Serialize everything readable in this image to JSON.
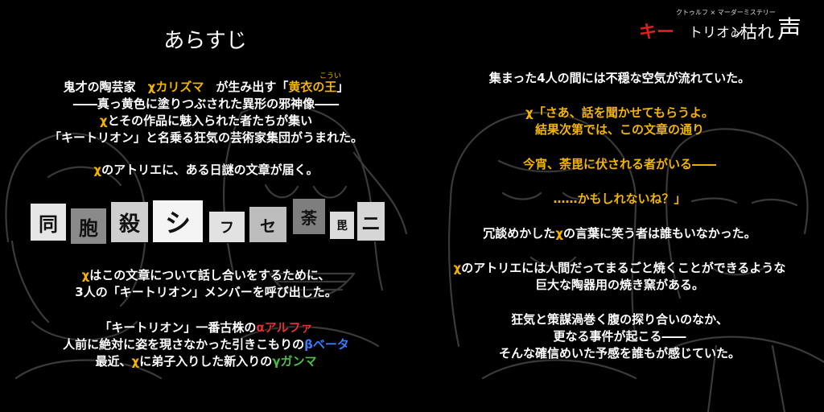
{
  "logo": {
    "small": "クトゥルフ × マーダーミステリー",
    "ki": "キー",
    "torion": "トリオン",
    "no": "の",
    "kare": "枯れ",
    "koe": "声"
  },
  "title": "あらすじ",
  "left": {
    "ruby": "こうい",
    "l1_a": "鬼才の陶芸家　",
    "l1_chi": "χカリズマ",
    "l1_b": "　が生み出す「",
    "l1_king": "黄衣の王",
    "l1_c": "」",
    "l2": "――真っ黄色に塗りつぶされた異形の邪神像――",
    "l3_chi": "χ",
    "l3": "とその作品に魅入られた者たちが集い",
    "l4": "「キートリオン」と名乗る狂気の芸術家集団がうまれた。",
    "l5_chi": "χ",
    "l5": "のアトリエに、ある日謎の文章が届く。",
    "l6_chi": "χ",
    "l6": "はこの文章について話し合いをするために、",
    "l7": "3人の「キートリオン」メンバーを呼び出した。",
    "l8_a": "「キートリオン」一番古株の",
    "l8_alpha": "αアルファ",
    "l9_a": "人前に絶対に姿を現さなかった引きこもりの",
    "l9_beta": "βベータ",
    "l10_a": "最近、",
    "l10_chi": "χ",
    "l10_b": "に弟子入りした新入りの",
    "l10_gamma": "γガンマ"
  },
  "tiles": [
    "同",
    "胞",
    "殺",
    "シ",
    "フ",
    "セ",
    "荼",
    "毘",
    "ニ"
  ],
  "right": {
    "r1": "集まった4人の間には不穏な空気が流れていた。",
    "r2": "χ「さあ、話を聞かせてもらうよ。",
    "r3": "結果次第では、この文章の通り",
    "r4": "今宵、荼毘に伏される者がいる――",
    "r5": "……かもしれないね？」",
    "r6_a": "冗談めかした",
    "r6_chi": "χ",
    "r6_b": "の言葉に笑う者は誰もいなかった。",
    "r7_chi": "χ",
    "r7": "のアトリエには人間だってまるごと焼くことができるような",
    "r8": "巨大な陶器用の焼き窯がある。",
    "r9": "狂気と策謀渦巻く腹の探り合いのなか、",
    "r10": "更なる事件が起こる――",
    "r11": "そんな確信めいた予感を誰もが感じていた。"
  },
  "colors": {
    "yellow": "#f3b400",
    "alpha": "#e53030",
    "beta": "#3a7bff",
    "gamma": "#4bc043",
    "logo_red": "#e01e1e"
  }
}
